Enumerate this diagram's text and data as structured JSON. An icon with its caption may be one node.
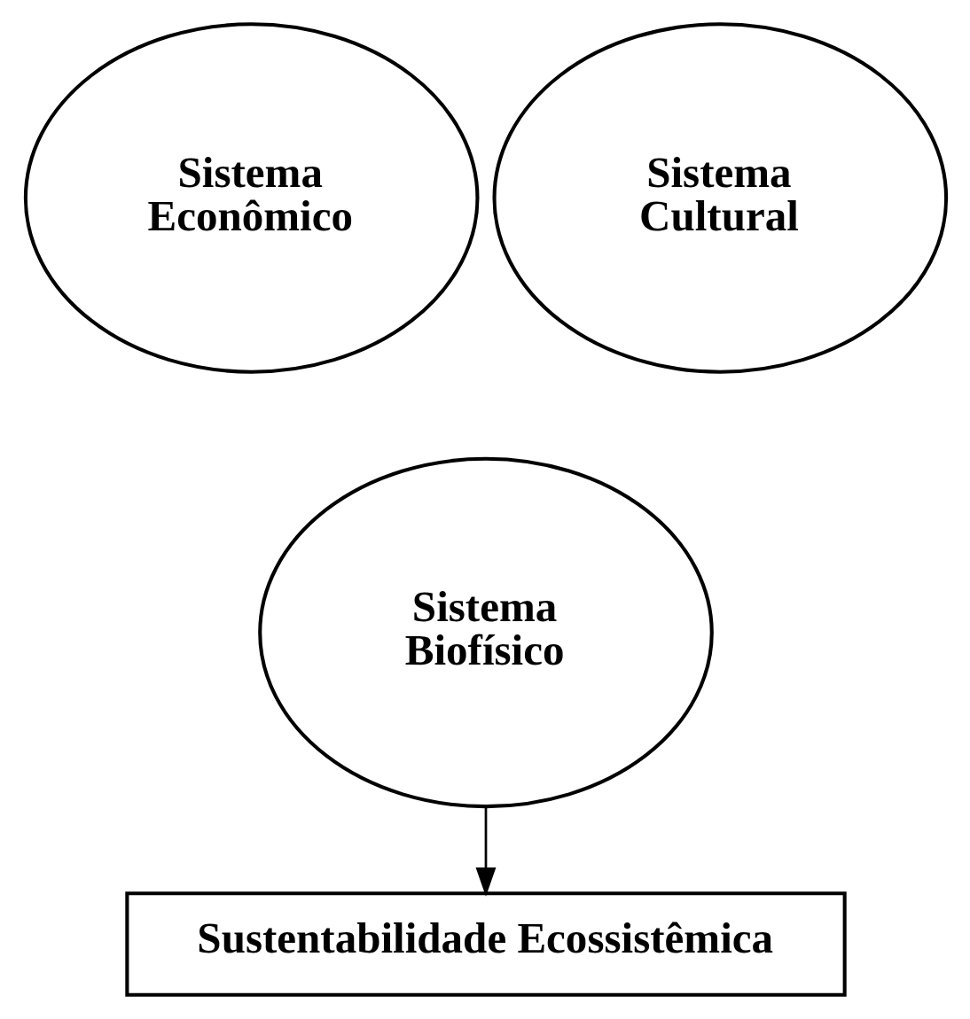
{
  "diagram": {
    "nodes": [
      {
        "text": [
          "Sistema Econômico"
        ]
      },
      {
        "text": [
          "Sistema Cultural"
        ]
      },
      {
        "text": [
          "Sistema Biofísico"
        ]
      },
      {
        "text": [
          "Sustentabilidade Ecossistêmica"
        ]
      }
    ],
    "edges": [
      {
        "from": 2,
        "to": 3,
        "arrow": "to"
      }
    ]
  }
}
